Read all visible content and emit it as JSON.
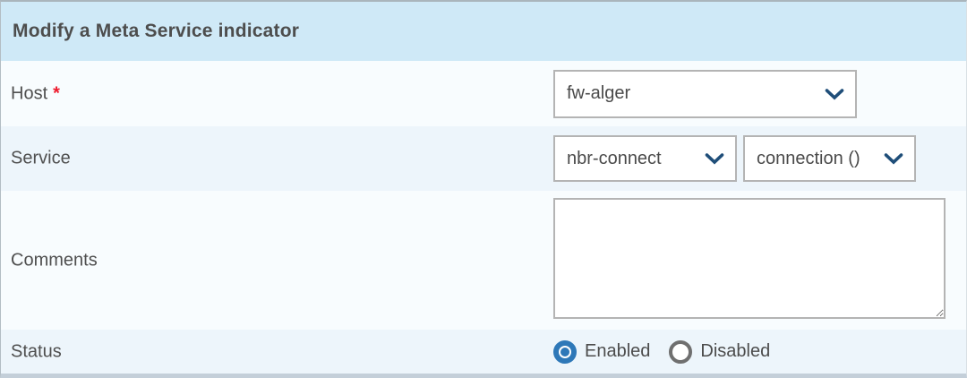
{
  "panel": {
    "title": "Modify a Meta Service indicator"
  },
  "colors": {
    "header_bg": "#cfe9f7",
    "row_light": "#f8fcfe",
    "row_blue": "#edf5fb",
    "select_border": "#b4b4b4",
    "chevron_navy": "#1f4e79",
    "radio_selected_blue": "#2e78b8",
    "radio_unselected_gray": "#6f6f6f",
    "required_red": "#ee1b2d",
    "label_text": "#4f4f4f"
  },
  "form": {
    "host": {
      "label": "Host",
      "required_marker": "*",
      "value": "fw-alger"
    },
    "service": {
      "label": "Service",
      "service_value": "nbr-connect",
      "metric_value": "connection ()"
    },
    "comments": {
      "label": "Comments",
      "value": "",
      "placeholder": ""
    },
    "status": {
      "label": "Status",
      "options": [
        {
          "label": "Enabled",
          "selected": true
        },
        {
          "label": "Disabled",
          "selected": false
        }
      ]
    }
  }
}
